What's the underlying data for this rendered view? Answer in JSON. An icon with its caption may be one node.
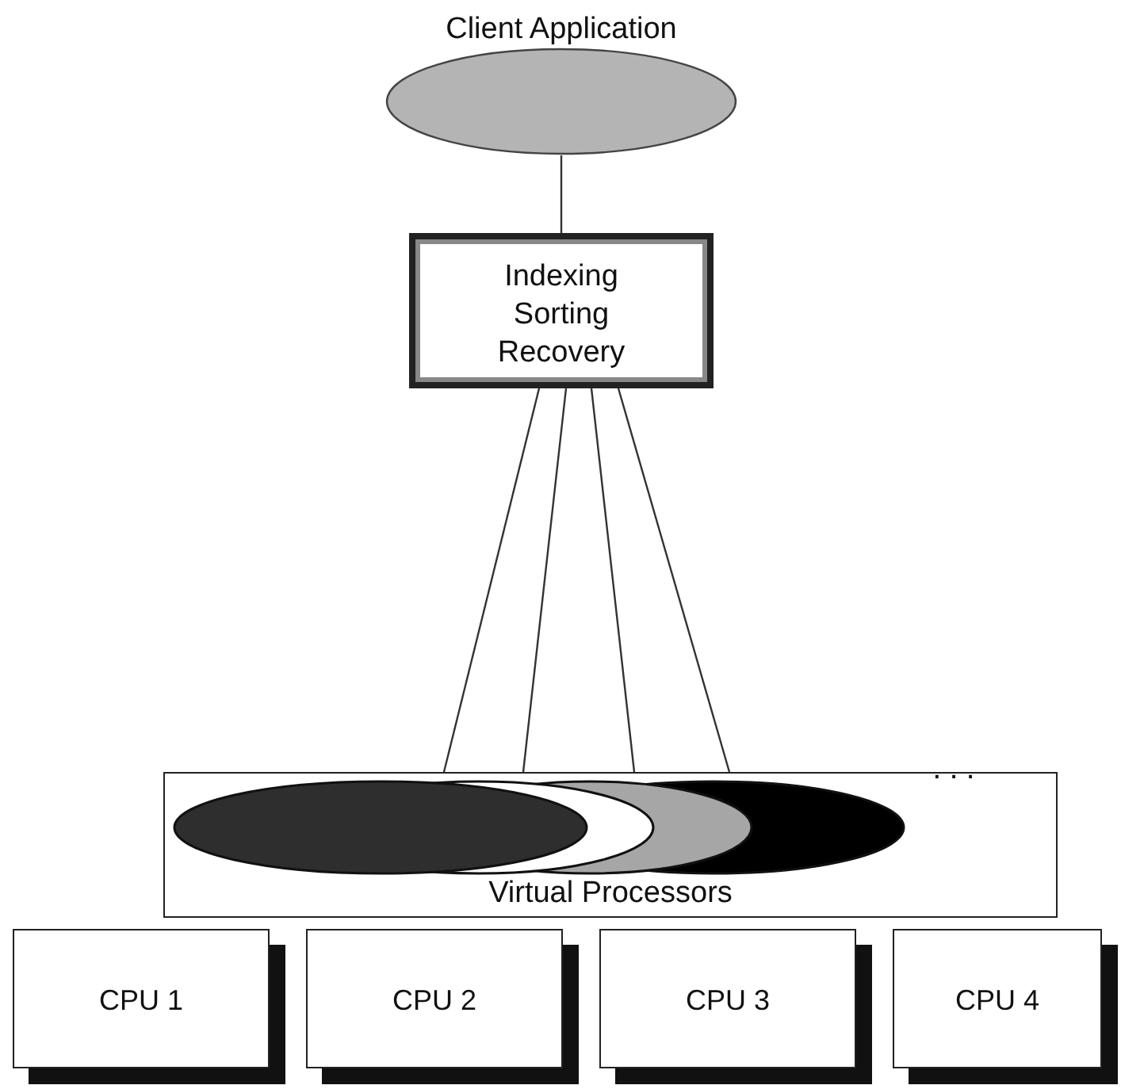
{
  "diagram": {
    "nodes": [
      {
        "text": [
          "Client Application"
        ]
      },
      {
        "text": [
          "Indexing",
          "Sorting",
          "Recovery"
        ]
      },
      {
        "text": [
          "Virtual Processors"
        ]
      },
      {
        "text": [],
        "shape": "ellipse",
        "in": 2
      },
      {
        "text": [],
        "shape": "ellipse",
        "in": 2
      },
      {
        "text": [],
        "shape": "ellipse",
        "in": 2
      },
      {
        "text": [],
        "shape": "ellipse",
        "in": 2
      },
      {
        "text": [
          "CPU 1"
        ]
      },
      {
        "text": [
          "CPU 2"
        ]
      },
      {
        "text": [
          "CPU 3"
        ]
      },
      {
        "text": [
          "CPU 4"
        ]
      }
    ],
    "edges": [
      {
        "from": 0,
        "to": 1,
        "arrow": "none"
      },
      {
        "from": 1,
        "to": 2,
        "arrow": "none"
      },
      {
        "from": 1,
        "to": 2,
        "arrow": "none"
      },
      {
        "from": 1,
        "to": 2,
        "arrow": "none"
      },
      {
        "from": 1,
        "to": 2,
        "arrow": "none"
      }
    ],
    "labels": [
      "..."
    ]
  }
}
